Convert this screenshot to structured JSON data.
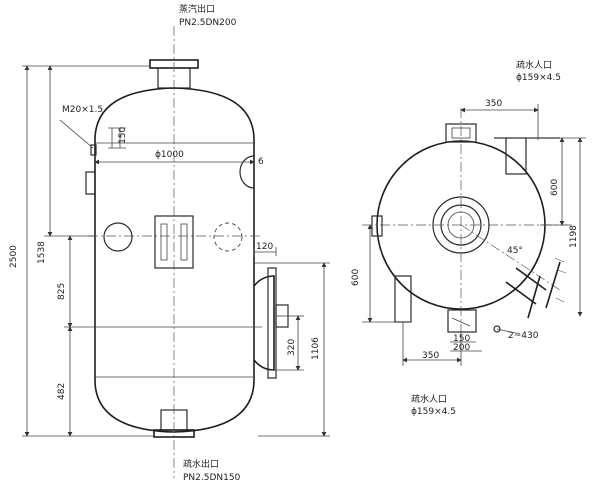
{
  "drawing": {
    "labels": {
      "steam_outlet_name": "蒸汽出口",
      "steam_outlet_spec": "PN2.5DN200",
      "drain_outlet_name": "疏水出口",
      "drain_outlet_spec": "PN2.5DN150",
      "drain_inlet_top_name": "疏水人口",
      "drain_inlet_top_spec": "ϕ159×4.5",
      "drain_inlet_bottom_name": "疏水人口",
      "drain_inlet_bottom_spec": "ϕ159×4.5",
      "bolt_spec": "M20×1.5"
    },
    "front_dims": {
      "d150": "150",
      "d1000": "ϕ1000",
      "d6": "6",
      "d2500": "2500",
      "d1538": "1538",
      "d825": "825",
      "d482": "482",
      "d120": "120",
      "d320": "320",
      "d1106": "1106"
    },
    "side_dims": {
      "d350_top": "350",
      "d600_right": "600",
      "d1198": "1198",
      "d45": "45°",
      "d600_left": "600",
      "d2_430": "2~430",
      "d150": "150",
      "d200": "200",
      "d350_bottom": "350"
    }
  }
}
